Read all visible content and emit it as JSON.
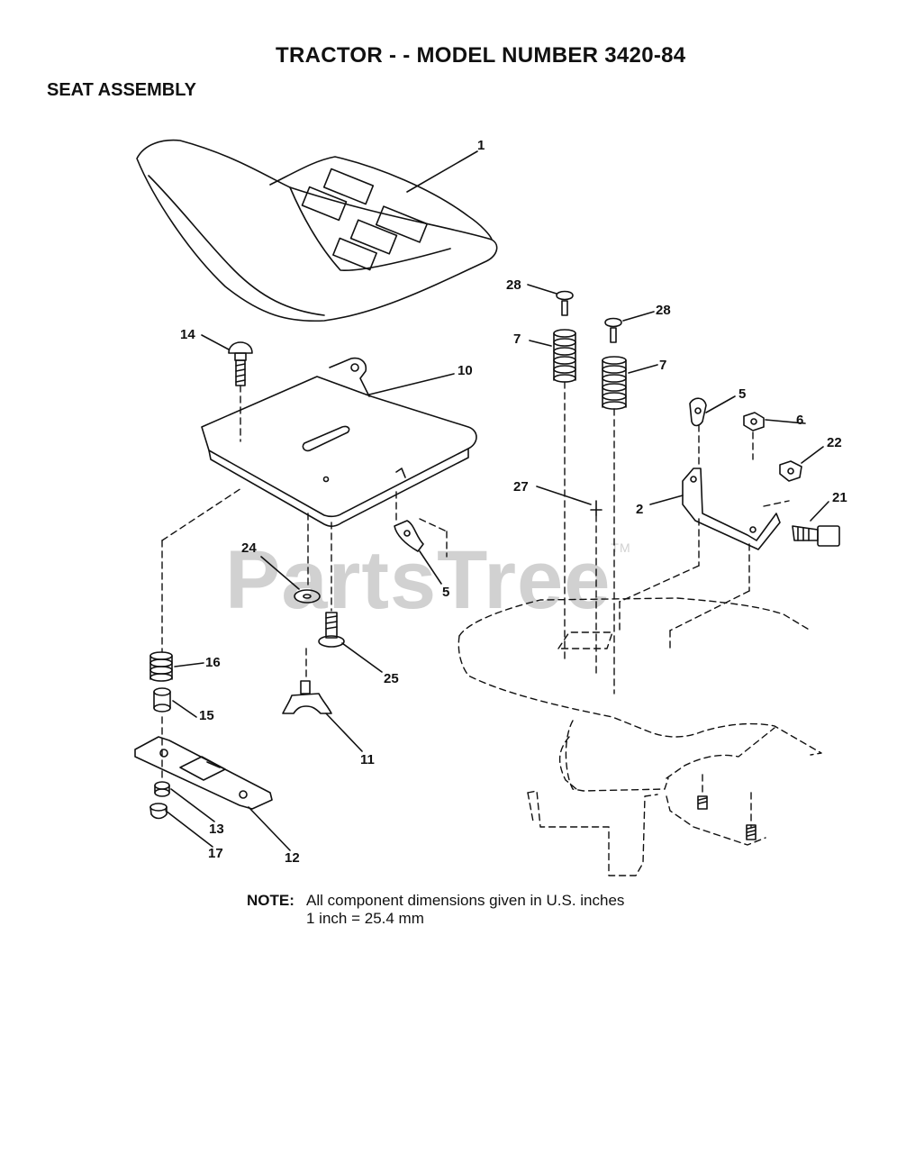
{
  "title": "TRACTOR - - MODEL NUMBER 3420-84",
  "subtitle": "SEAT ASSEMBLY",
  "note": {
    "label": "NOTE:",
    "line1": "All component dimensions given in U.S. inches",
    "line2": "1 inch = 25.4 mm"
  },
  "watermark": {
    "text": "PartsTree",
    "tm": "TM"
  },
  "callouts": {
    "seat": "1",
    "bracket_2": "2",
    "clip_5_right": "5",
    "clip_5_left": "5",
    "nut_6": "6",
    "spring_7_left": "7",
    "spring_7_right": "7",
    "seat_pan": "10",
    "knob": "11",
    "slide_plate": "12",
    "washer_13": "13",
    "carriage_bolt": "14",
    "bushing": "15",
    "spring_16": "16",
    "locknut_17": "17",
    "bolt_21": "21",
    "nut_22": "22",
    "washer_24": "24",
    "bolt_25": "25",
    "pin_27": "27",
    "screw_28_left": "28",
    "screw_28_right": "28"
  }
}
